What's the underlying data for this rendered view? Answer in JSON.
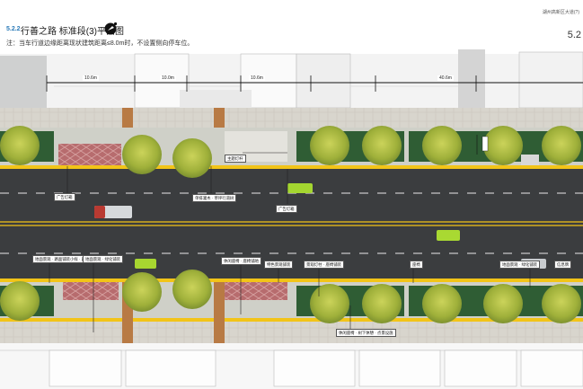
{
  "header": {
    "section_number": "5.2.2",
    "title": "行善之路 标准段(3)平面图",
    "note": "注：当车行道边缘距离现状建筑距离≤8.0m时，不设置侧向停车位。",
    "project_title": "湖州高新区大道(?)",
    "page_number": "5.2"
  },
  "dimensions": [
    "10.6m",
    "10.0m",
    "10.6m",
    "40.6m"
  ],
  "callouts": {
    "north": [
      "广告灯箱",
      "单排灌木 · 草坪行道树",
      "主题灯杆",
      "广告灯箱"
    ],
    "south": [
      "地面景观 · 路面铺装小样 · 路面铺装",
      "地面景观 · 绿化铺装",
      "休闲座椅 · 座椅铺地",
      "特色景观铺装",
      "景观灯柱 · 座椅铺装",
      "座椅",
      "休闲座椅 · 树下休憩 · 点景设施",
      "地面景观 · 绿化铺装",
      "信息牌"
    ]
  },
  "colors": {
    "asphalt": "#3b3d3f",
    "lane_yellow": "#f2c418",
    "sidewalk": "#d7d4cc",
    "tree": "#a8b63c",
    "accent": "#2a7ab8"
  }
}
